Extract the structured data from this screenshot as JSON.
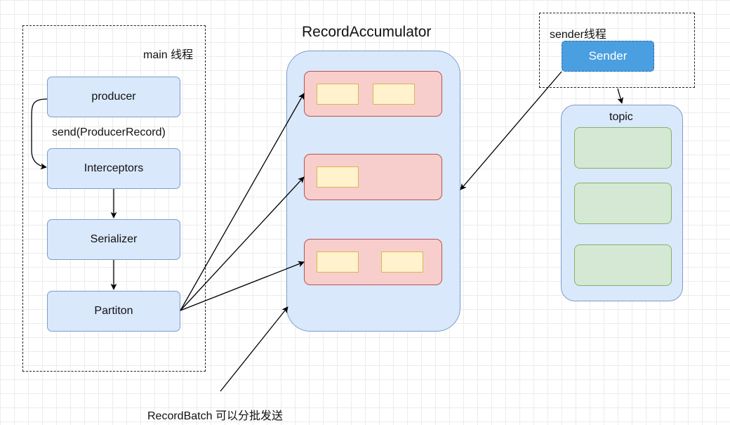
{
  "main": {
    "title": "main 线程",
    "nodes": [
      "producer",
      "Interceptors",
      "Serializer",
      "Partiton"
    ],
    "send_label": "send(ProducerRecord)"
  },
  "accumulator": {
    "title": "RecordAccumulator"
  },
  "sender_thread": {
    "title": "sender线程",
    "button": "Sender"
  },
  "topic": {
    "title": "topic"
  },
  "footer": {
    "caption": "RecordBatch 可以分批发送"
  },
  "colors": {
    "node_fill": "#dae8fc",
    "node_border": "#7d9cc9",
    "batch_fill": "#f8cecc",
    "batch_border": "#b85450",
    "record_fill": "#fff2cc",
    "record_border": "#d6b656",
    "partition_fill": "#d5e8d4",
    "partition_border": "#82b366",
    "sender_fill": "#4a9fe0"
  }
}
